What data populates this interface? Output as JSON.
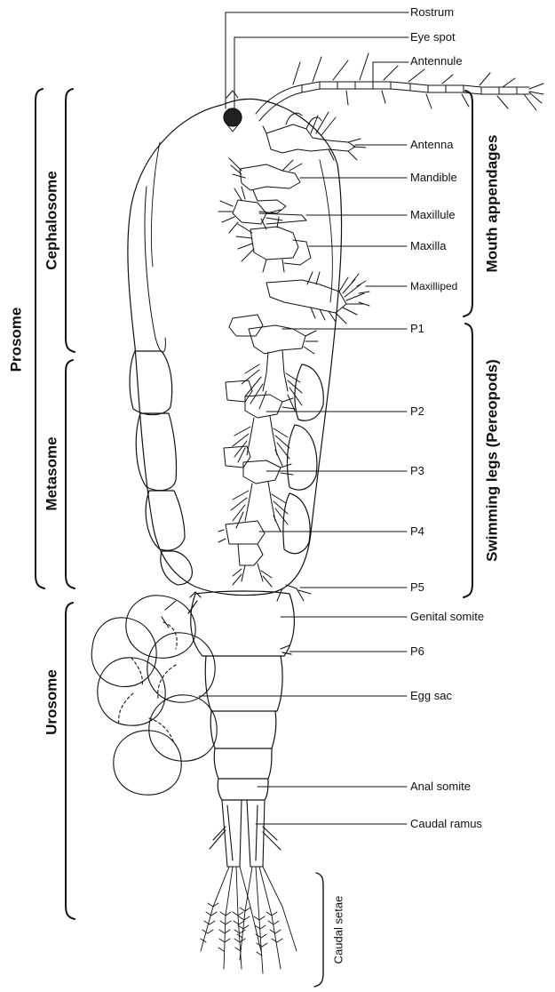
{
  "labels": {
    "rostrum": "Rostrum",
    "eye_spot": "Eye spot",
    "antennule": "Antennule",
    "antenna": "Antenna",
    "mandible": "Mandible",
    "maxillule": "Maxillule",
    "maxilla": "Maxilla",
    "maxilliped": "Maxilliped",
    "p1": "P1",
    "p2": "P2",
    "p3": "P3",
    "p4": "P4",
    "p5": "P5",
    "genital_somite": "Genital somite",
    "p6": "P6",
    "egg_sac": "Egg sac",
    "anal_somite": "Anal somite",
    "caudal_ramus": "Caudal ramus"
  },
  "groups": {
    "prosome": "Prosome",
    "cephalosome": "Cephalosome",
    "metasome": "Metasome",
    "urosome": "Urosome",
    "mouth_appendages": "Mouth appendages",
    "swimming_legs": "Swimming legs (Pereopods)",
    "caudal_setae": "Caudal setae"
  }
}
